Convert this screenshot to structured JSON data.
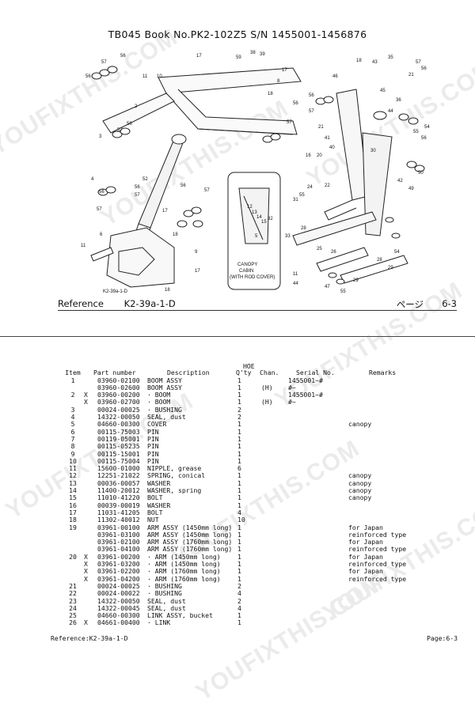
{
  "watermarks": [
    "YOUFIXTHIS.COM",
    "YOUFIXTHIS.COM",
    "YOUFIXTHIS.COM",
    "YOUFIXTHIS.COM",
    "YOUFIXTHIS.COM",
    "YOUFIXTHIS.COM",
    "YOUFIXTHIS.COM",
    "YOUFIXTHIS.COM"
  ],
  "header": {
    "title": "TB045  Book No.PK2-102Z5  S/N 1455001-1456876"
  },
  "diagram": {
    "callout_lines": [
      "CANOPY",
      "CABIN",
      "(WITH ROD COVER)"
    ],
    "figure_code": "K2-39a-1-D"
  },
  "reference_top": {
    "label": "Reference",
    "code": "K2-39a-1-D",
    "page_label": "ページ",
    "page": "6-3"
  },
  "table": {
    "column_group": "HOE",
    "headers": {
      "item": "Item",
      "part_number": "Part number",
      "description": "Description",
      "qty": "Q'ty",
      "chan": "Chan.",
      "serial": "Serial No.",
      "remarks": "Remarks"
    },
    "rows": [
      {
        "item": "1",
        "chg": "",
        "pn": "03960-02100",
        "desc": "BOOM ASSY",
        "qty": "1",
        "chan": "",
        "sn": "1455001~#",
        "rem": ""
      },
      {
        "item": "",
        "chg": "",
        "pn": "03960-02600",
        "desc": "BOOM ASSY",
        "qty": "1",
        "chan": "(H)",
        "sn": "#~",
        "rem": ""
      },
      {
        "item": "2",
        "chg": "X",
        "pn": "03960-00200",
        "desc": "· BOOM",
        "qty": "1",
        "chan": "",
        "sn": "1455001~#",
        "rem": ""
      },
      {
        "item": "",
        "chg": "X",
        "pn": "03960-02700",
        "desc": "· BOOM",
        "qty": "1",
        "chan": "(H)",
        "sn": "#~",
        "rem": ""
      },
      {
        "item": "3",
        "chg": "",
        "pn": "00024-00025",
        "desc": "· BUSHING",
        "qty": "2",
        "chan": "",
        "sn": "",
        "rem": ""
      },
      {
        "item": "4",
        "chg": "",
        "pn": "14322-00050",
        "desc": "SEAL, dust",
        "qty": "2",
        "chan": "",
        "sn": "",
        "rem": ""
      },
      {
        "item": "5",
        "chg": "",
        "pn": "04660-00300",
        "desc": "COVER",
        "qty": "1",
        "chan": "",
        "sn": "",
        "rem": "canopy"
      },
      {
        "item": "6",
        "chg": "",
        "pn": "00115-75003",
        "desc": "PIN",
        "qty": "1",
        "chan": "",
        "sn": "",
        "rem": ""
      },
      {
        "item": "7",
        "chg": "",
        "pn": "00119-05001",
        "desc": "PIN",
        "qty": "1",
        "chan": "",
        "sn": "",
        "rem": ""
      },
      {
        "item": "8",
        "chg": "",
        "pn": "00115-05235",
        "desc": "PIN",
        "qty": "1",
        "chan": "",
        "sn": "",
        "rem": ""
      },
      {
        "item": "9",
        "chg": "",
        "pn": "00115-15001",
        "desc": "PIN",
        "qty": "1",
        "chan": "",
        "sn": "",
        "rem": ""
      },
      {
        "item": "10",
        "chg": "",
        "pn": "00115-75004",
        "desc": "PIN",
        "qty": "1",
        "chan": "",
        "sn": "",
        "rem": ""
      },
      {
        "item": "11",
        "chg": "",
        "pn": "15600-01000",
        "desc": "NIPPLE, grease",
        "qty": "6",
        "chan": "",
        "sn": "",
        "rem": ""
      },
      {
        "item": "12",
        "chg": "",
        "pn": "12251-21022",
        "desc": "SPRING, conical",
        "qty": "1",
        "chan": "",
        "sn": "",
        "rem": "canopy"
      },
      {
        "item": "13",
        "chg": "",
        "pn": "00036-00057",
        "desc": "WASHER",
        "qty": "1",
        "chan": "",
        "sn": "",
        "rem": "canopy"
      },
      {
        "item": "14",
        "chg": "",
        "pn": "11400-20012",
        "desc": "WASHER, spring",
        "qty": "1",
        "chan": "",
        "sn": "",
        "rem": "canopy"
      },
      {
        "item": "15",
        "chg": "",
        "pn": "11010-41220",
        "desc": "BOLT",
        "qty": "1",
        "chan": "",
        "sn": "",
        "rem": "canopy"
      },
      {
        "item": "16",
        "chg": "",
        "pn": "00039-00019",
        "desc": "WASHER",
        "qty": "1",
        "chan": "",
        "sn": "",
        "rem": ""
      },
      {
        "item": "17",
        "chg": "",
        "pn": "11031-41205",
        "desc": "BOLT",
        "qty": "4",
        "chan": "",
        "sn": "",
        "rem": ""
      },
      {
        "item": "18",
        "chg": "",
        "pn": "11302-40012",
        "desc": "NUT",
        "qty": "10",
        "chan": "",
        "sn": "",
        "rem": ""
      },
      {
        "item": "19",
        "chg": "",
        "pn": "03961-00100",
        "desc": "ARM ASSY (1450mm long)",
        "qty": "1",
        "chan": "",
        "sn": "",
        "rem": "for Japan"
      },
      {
        "item": "",
        "chg": "",
        "pn": "03961-03100",
        "desc": "ARM ASSY (1450mm long)",
        "qty": "1",
        "chan": "",
        "sn": "",
        "rem": "reinforced type"
      },
      {
        "item": "",
        "chg": "",
        "pn": "03961-02100",
        "desc": "ARM ASSY (1760mm long)",
        "qty": "1",
        "chan": "",
        "sn": "",
        "rem": "for Japan"
      },
      {
        "item": "",
        "chg": "",
        "pn": "03961-04100",
        "desc": "ARM ASSY (1760mm long)",
        "qty": "1",
        "chan": "",
        "sn": "",
        "rem": "reinforced type"
      },
      {
        "item": "20",
        "chg": "X",
        "pn": "03961-00200",
        "desc": "· ARM (1450mm long)",
        "qty": "1",
        "chan": "",
        "sn": "",
        "rem": "for Japan"
      },
      {
        "item": "",
        "chg": "X",
        "pn": "03961-03200",
        "desc": "· ARM (1450mm long)",
        "qty": "1",
        "chan": "",
        "sn": "",
        "rem": "reinforced type"
      },
      {
        "item": "",
        "chg": "X",
        "pn": "03961-02200",
        "desc": "· ARM (1760mm long)",
        "qty": "1",
        "chan": "",
        "sn": "",
        "rem": "for Japan"
      },
      {
        "item": "",
        "chg": "X",
        "pn": "03961-04200",
        "desc": "· ARM (1760mm long)",
        "qty": "1",
        "chan": "",
        "sn": "",
        "rem": "reinforced type"
      },
      {
        "item": "21",
        "chg": "",
        "pn": "00024-00025",
        "desc": "· BUSHING",
        "qty": "2",
        "chan": "",
        "sn": "",
        "rem": ""
      },
      {
        "item": "22",
        "chg": "",
        "pn": "00024-00022",
        "desc": "· BUSHING",
        "qty": "4",
        "chan": "",
        "sn": "",
        "rem": ""
      },
      {
        "item": "23",
        "chg": "",
        "pn": "14322-00050",
        "desc": "SEAL, dust",
        "qty": "2",
        "chan": "",
        "sn": "",
        "rem": ""
      },
      {
        "item": "24",
        "chg": "",
        "pn": "14322-00045",
        "desc": "SEAL, dust",
        "qty": "4",
        "chan": "",
        "sn": "",
        "rem": ""
      },
      {
        "item": "25",
        "chg": "",
        "pn": "04660-00300",
        "desc": "LINK ASSY, bucket",
        "qty": "1",
        "chan": "",
        "sn": "",
        "rem": ""
      },
      {
        "item": "26",
        "chg": "X",
        "pn": "04661-00400",
        "desc": "· LINK",
        "qty": "1",
        "chan": "",
        "sn": "",
        "rem": ""
      }
    ]
  },
  "reference_bottom": {
    "text": "Reference:K2-39a-1-D",
    "page": "Page:6-3"
  }
}
